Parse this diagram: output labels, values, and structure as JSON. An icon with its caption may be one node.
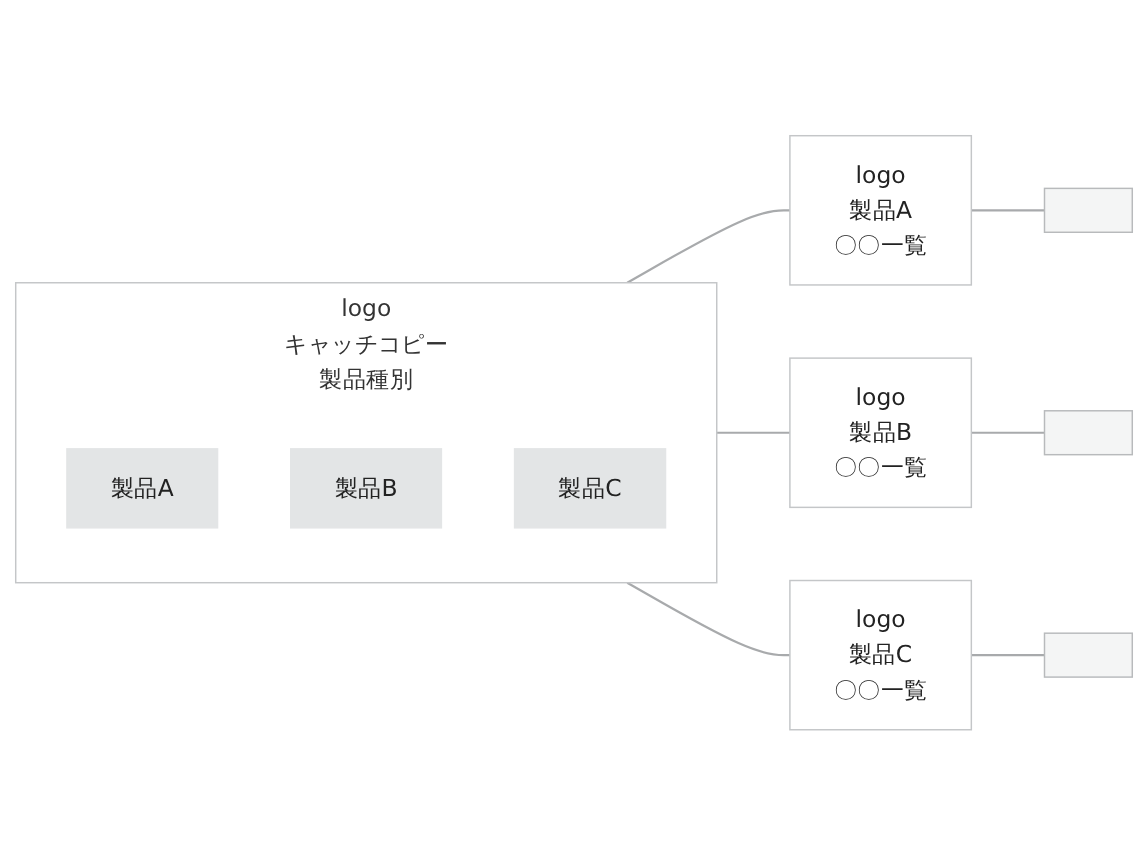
{
  "diagram": {
    "nodes": [
      {
        "text": [
          "logo",
          "キャッチコピー",
          "製品種別"
        ]
      },
      {
        "text": [
          "製品A"
        ],
        "in": 0
      },
      {
        "text": [
          "製品B"
        ],
        "in": 0
      },
      {
        "text": [
          "製品C"
        ],
        "in": 0
      },
      {
        "text": [
          "logo",
          "製品A",
          "〇〇一覧"
        ]
      },
      {
        "text": [
          "logo",
          "製品B",
          "〇〇一覧"
        ]
      },
      {
        "text": [
          "logo",
          "製品C",
          "〇〇一覧"
        ]
      },
      {
        "text": [],
        "shape": "box"
      },
      {
        "text": [],
        "shape": "box"
      },
      {
        "text": [],
        "shape": "box"
      }
    ],
    "edges": [
      {
        "from": 0,
        "to": 4,
        "arrow": "none"
      },
      {
        "from": 0,
        "to": 5,
        "arrow": "none"
      },
      {
        "from": 0,
        "to": 6,
        "arrow": "none"
      },
      {
        "from": 4,
        "to": 7,
        "arrow": "none"
      },
      {
        "from": 5,
        "to": 8,
        "arrow": "none"
      },
      {
        "from": 6,
        "to": 9,
        "arrow": "none"
      }
    ]
  }
}
